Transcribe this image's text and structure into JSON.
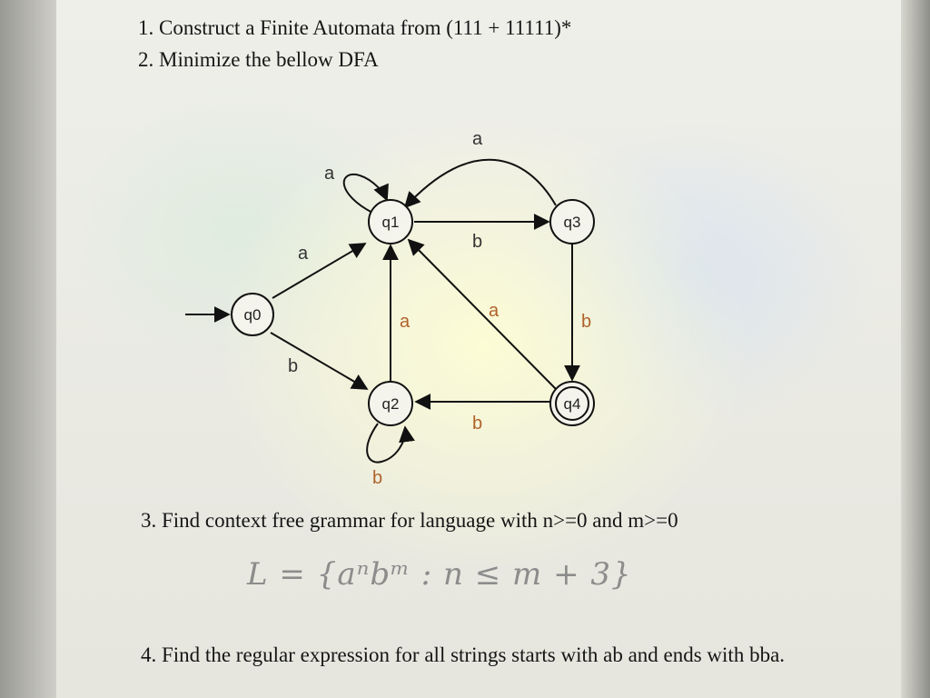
{
  "questions": {
    "q1": "1. Construct a Finite Automata from (111 + 11111)*",
    "q2": "2. Minimize the bellow  DFA",
    "q3": "3. Find context free grammar for language with n>=0 and m>=0",
    "q3_formula": "L = {aⁿbᵐ : n ≤ m + 3}",
    "q4": "4. Find the regular expression for all strings starts with ab and ends with bba."
  },
  "dfa": {
    "states": [
      "q0",
      "q1",
      "q2",
      "q3",
      "q4"
    ],
    "start_state": "q0",
    "accept_states": [
      "q4"
    ],
    "transitions": [
      {
        "from": "q0",
        "to": "q1",
        "symbol": "a"
      },
      {
        "from": "q0",
        "to": "q2",
        "symbol": "b"
      },
      {
        "from": "q1",
        "to": "q1",
        "symbol": "a"
      },
      {
        "from": "q1",
        "to": "q3",
        "symbol": "b"
      },
      {
        "from": "q2",
        "to": "q1",
        "symbol": "a"
      },
      {
        "from": "q2",
        "to": "q2",
        "symbol": "b"
      },
      {
        "from": "q3",
        "to": "q1",
        "symbol": "a"
      },
      {
        "from": "q3",
        "to": "q4",
        "symbol": "b"
      },
      {
        "from": "q4",
        "to": "q1",
        "symbol": "a"
      },
      {
        "from": "q4",
        "to": "q2",
        "symbol": "b"
      }
    ]
  }
}
